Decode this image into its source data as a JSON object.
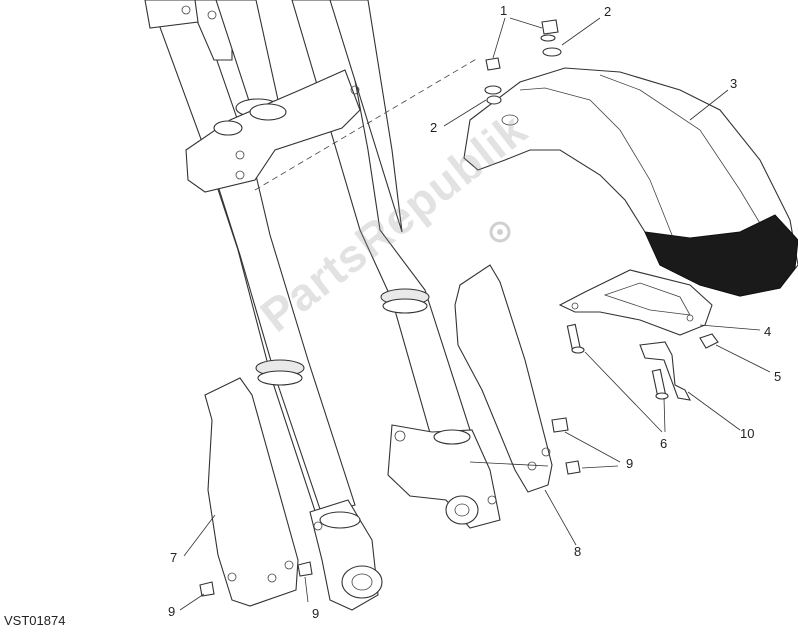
{
  "reference_code": "VST01874",
  "watermark": "PartsRepublik",
  "callouts": [
    {
      "id": "c1",
      "label": "1"
    },
    {
      "id": "c2a",
      "label": "2"
    },
    {
      "id": "c2b",
      "label": "2"
    },
    {
      "id": "c3",
      "label": "3"
    },
    {
      "id": "c4",
      "label": "4"
    },
    {
      "id": "c5",
      "label": "5"
    },
    {
      "id": "c6",
      "label": "6"
    },
    {
      "id": "c7",
      "label": "7"
    },
    {
      "id": "c8",
      "label": "8"
    },
    {
      "id": "c9a",
      "label": "9"
    },
    {
      "id": "c9b",
      "label": "9"
    },
    {
      "id": "c9c",
      "label": "9"
    },
    {
      "id": "c10",
      "label": "10"
    }
  ],
  "icons": {
    "watermark_logo": "gear-icon"
  }
}
